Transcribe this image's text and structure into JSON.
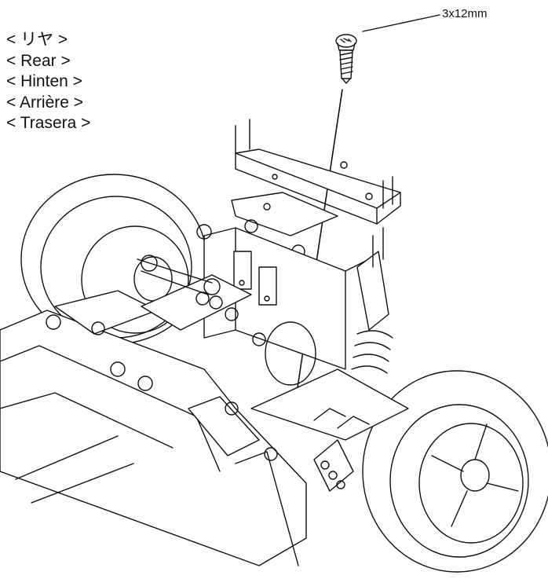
{
  "labels": [
    "< リヤ >",
    "< Rear >",
    "< Hinten >",
    "< Arrière >",
    "< Trasera >"
  ],
  "screw_callout": "3x12mm",
  "colors": {
    "line": "#111111",
    "background": "#ffffff"
  },
  "icons": {
    "screw": "screw-icon",
    "arrow": "arrow-down-icon"
  }
}
